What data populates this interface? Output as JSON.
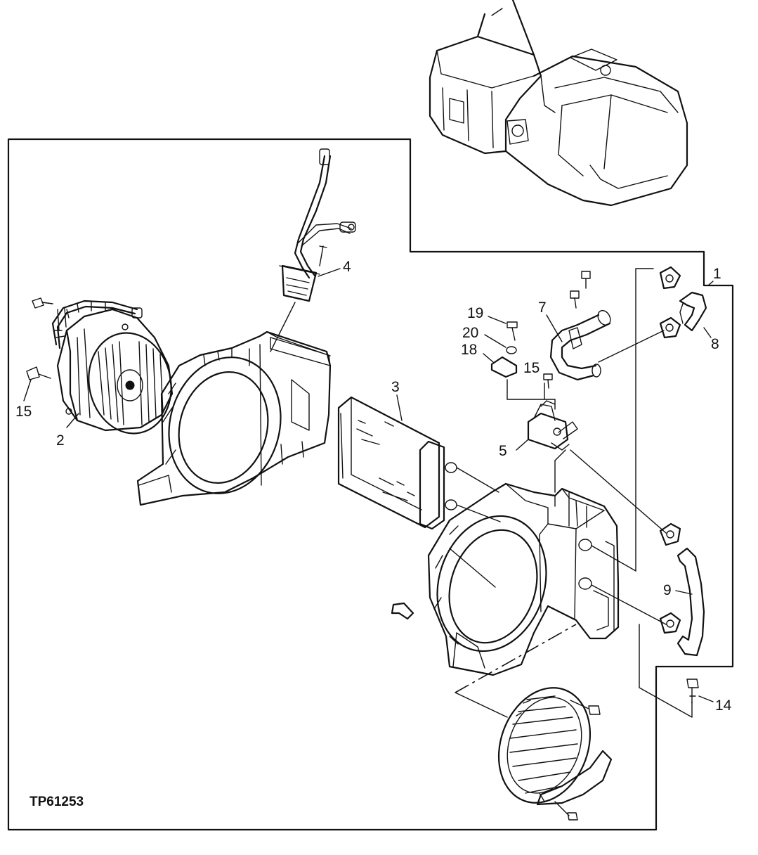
{
  "figure_id": "TP61253",
  "callouts": {
    "c1": "1",
    "c2": "2",
    "c3": "3",
    "c4": "4",
    "c5": "5",
    "c7": "7",
    "c8": "8",
    "c9": "9",
    "c14": "14",
    "c15a": "15",
    "c15b": "15",
    "c18": "18",
    "c19": "19",
    "c20": "20"
  }
}
